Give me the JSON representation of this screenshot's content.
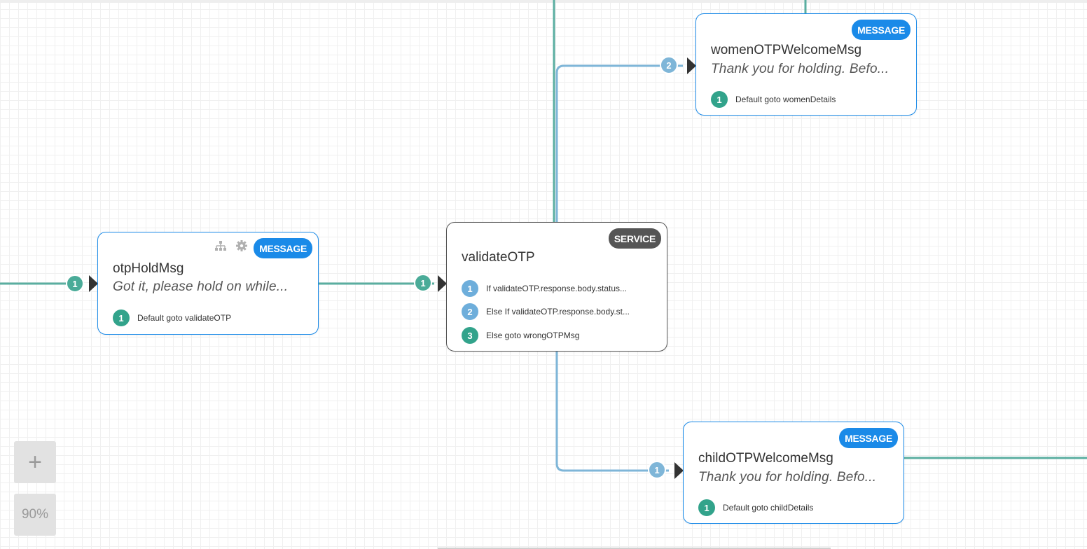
{
  "colors": {
    "connector": "#5aaea0",
    "connector_blue": "#7fb6d8",
    "message_badge": "#1a8ae8",
    "service_badge": "#555555"
  },
  "nodes": {
    "otpHoldMsg": {
      "badge": "MESSAGE",
      "title": "otpHoldMsg",
      "message": "Got it, please hold on while...",
      "rows": [
        {
          "num": "1",
          "text": "Default goto validateOTP"
        }
      ],
      "tools": [
        "hierarchy-icon",
        "gear-icon"
      ]
    },
    "validateOTP": {
      "badge": "SERVICE",
      "title": "validateOTP",
      "rows": [
        {
          "num": "1",
          "text": "If validateOTP.response.body.status..."
        },
        {
          "num": "2",
          "text": "Else If validateOTP.response.body.st..."
        },
        {
          "num": "3",
          "text": "Else goto wrongOTPMsg"
        }
      ]
    },
    "womenOTPWelcomeMsg": {
      "badge": "MESSAGE",
      "title": "womenOTPWelcomeMsg",
      "message": "Thank you for holding. Befo...",
      "rows": [
        {
          "num": "1",
          "text": "Default goto womenDetails"
        }
      ]
    },
    "childOTPWelcomeMsg": {
      "badge": "MESSAGE",
      "title": "childOTPWelcomeMsg",
      "message": "Thank you for holding. Befo...",
      "rows": [
        {
          "num": "1",
          "text": "Default goto childDetails"
        }
      ]
    }
  },
  "ports": {
    "into_otpHoldMsg": "1",
    "into_validateOTP": "1",
    "into_women": "2",
    "into_child": "1"
  },
  "zoom": {
    "plus_label": "+",
    "level": "90%"
  }
}
